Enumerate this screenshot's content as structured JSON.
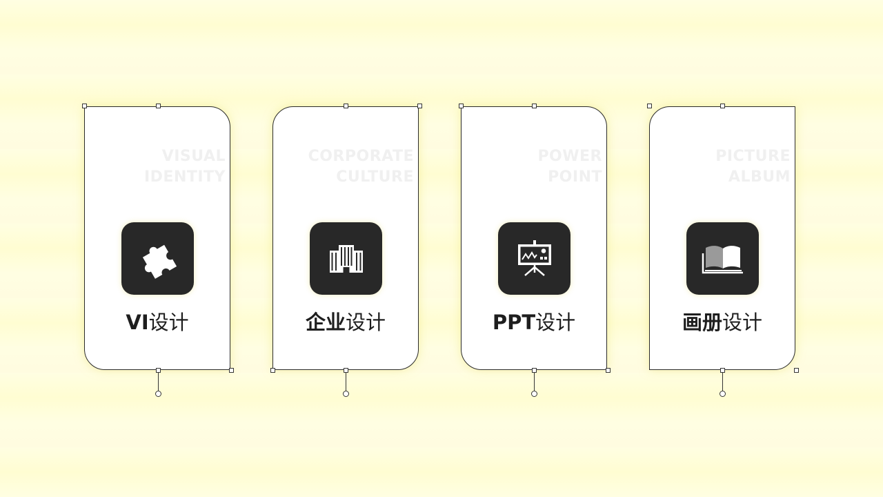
{
  "cards": [
    {
      "watermark_line1": "VISUAL",
      "watermark_line2": "IDENTITY",
      "title_bold": "VI",
      "title_light": "设计",
      "icon": "puzzle-piece-icon"
    },
    {
      "watermark_line1": "CORPORATE",
      "watermark_line2": "CULTURE",
      "title_bold": "企业",
      "title_light": "设计",
      "icon": "office-building-icon"
    },
    {
      "watermark_line1": "POWER",
      "watermark_line2": "POINT",
      "title_bold": "PPT",
      "title_light": "设计",
      "icon": "presentation-board-icon"
    },
    {
      "watermark_line1": "PICTURE",
      "watermark_line2": "ALBUM",
      "title_bold": "画册",
      "title_light": "设计",
      "icon": "open-book-icon"
    }
  ],
  "colors": {
    "background": "#fffee2",
    "card": "#ffffff",
    "icon_tile": "#282828",
    "title_text": "#1e1e1e",
    "watermark_text": "#f0f0f0",
    "glow": "#ece678"
  }
}
